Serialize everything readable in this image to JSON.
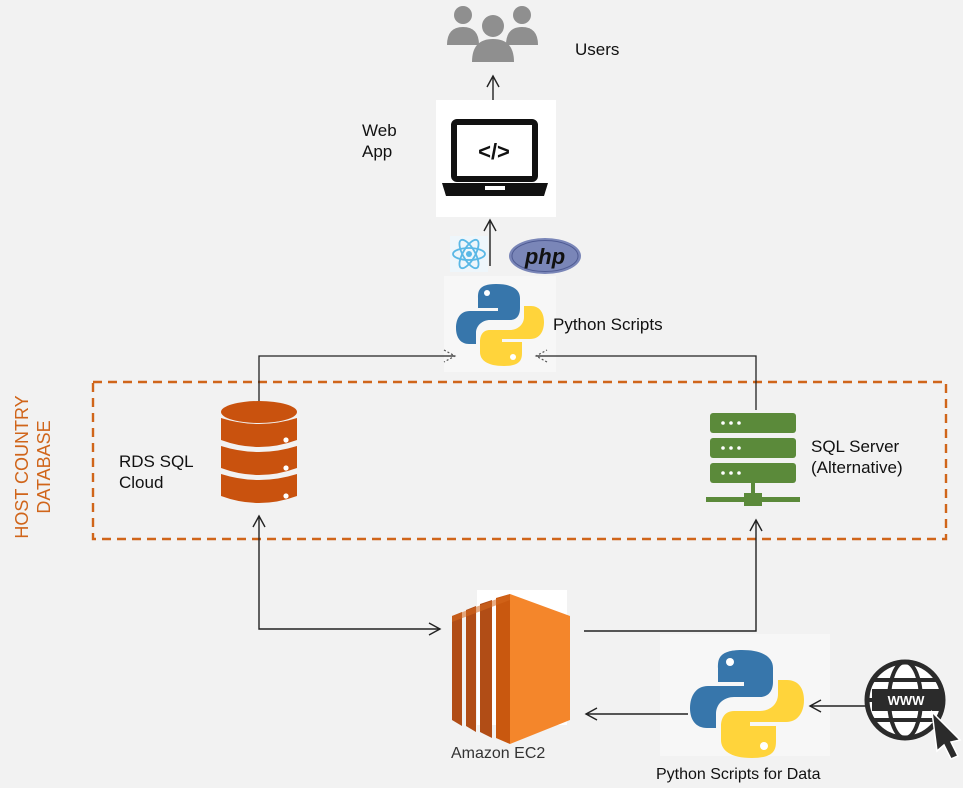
{
  "diagram": {
    "users_label": "Users",
    "web_app_label_line1": "Web",
    "web_app_label_line2": "App",
    "web_app_code_glyph": "</>",
    "php_logo_text": "php",
    "python_scripts_label": "Python Scripts",
    "host_country_line1": "HOST COUNTRY",
    "host_country_line2": "DATABASE",
    "rds_label_line1": "RDS SQL",
    "rds_label_line2": "Cloud",
    "sql_server_label_line1": "SQL Server",
    "sql_server_label_line2": "(Alternative)",
    "ec2_label": "Amazon EC2",
    "python_data_label": "Python Scripts for Data",
    "www_text": "WWW"
  },
  "colors": {
    "background": "#f2f2f2",
    "dashed_border": "#d0651a",
    "host_label": "#d0651a",
    "rds_db": "#c9520e",
    "sql_server": "#5b8a3a",
    "ec2_light": "#f4862b",
    "ec2_dark": "#b14d16",
    "php_purple": "#7a86b8",
    "react_blue": "#5ab8e6",
    "python_blue": "#3776ab",
    "python_yellow": "#ffd43b",
    "users_gray": "#8f8f8f"
  },
  "icons": {
    "users": "users-group-icon",
    "web_app": "laptop-code-icon",
    "react": "react-icon",
    "php": "php-icon",
    "python": "python-icon",
    "rds": "database-icon",
    "sql_server": "server-rack-icon",
    "ec2": "amazon-ec2-icon",
    "www": "globe-www-icon"
  }
}
